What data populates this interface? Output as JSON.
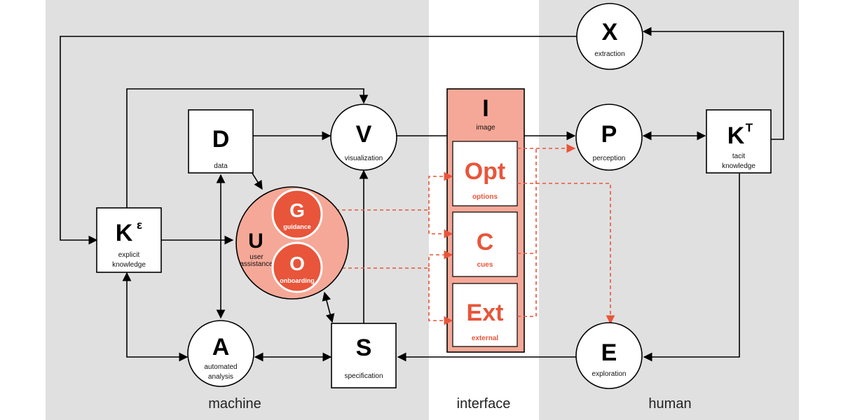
{
  "regions": {
    "machine": "machine",
    "interface": "interface",
    "human": "human"
  },
  "nodes": {
    "X": {
      "letter": "X",
      "label": "extraction"
    },
    "D": {
      "letter": "D",
      "label": "data"
    },
    "V": {
      "letter": "V",
      "label": "visualization"
    },
    "P": {
      "letter": "P",
      "label": "perception"
    },
    "KT": {
      "letter": "K",
      "sup": "T",
      "label1": "tacit",
      "label2": "knowledge"
    },
    "KE": {
      "letter": "K",
      "sup": "ε",
      "label1": "explicit",
      "label2": "knowledge"
    },
    "U": {
      "letter": "U",
      "label1": "user",
      "label2": "assistance"
    },
    "G": {
      "letter": "G",
      "label": "guidance"
    },
    "O": {
      "letter": "O",
      "label": "onboarding"
    },
    "I": {
      "letter": "I",
      "label": "image"
    },
    "Opt": {
      "letter": "Opt",
      "label": "options"
    },
    "C": {
      "letter": "C",
      "label": "cues"
    },
    "Ext": {
      "letter": "Ext",
      "label": "external"
    },
    "A": {
      "letter": "A",
      "label1": "automated",
      "label2": "analysis"
    },
    "S": {
      "letter": "S",
      "label": "specification"
    },
    "E": {
      "letter": "E",
      "label": "exploration"
    }
  },
  "colors": {
    "machine_bg": "#e0e0e0",
    "interface_bg": "#ffffff",
    "human_bg": "#e0e0e0",
    "accent": "#e8553a",
    "accent_fill": "#f5a897"
  }
}
